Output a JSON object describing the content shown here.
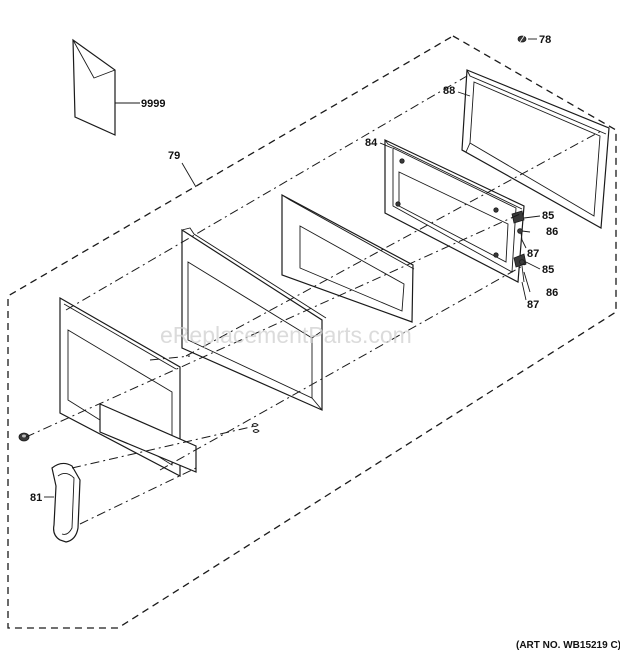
{
  "watermark": "eReplacementParts.com",
  "art_number": "(ART NO. WB15219 C)",
  "callouts": {
    "c78": "78",
    "c9999": "9999",
    "c88": "88",
    "c79": "79",
    "c84": "84",
    "c85a": "85",
    "c86a": "86",
    "c87a": "87",
    "c85b": "85",
    "c86b": "86",
    "c87b": "87",
    "c81": "81"
  }
}
